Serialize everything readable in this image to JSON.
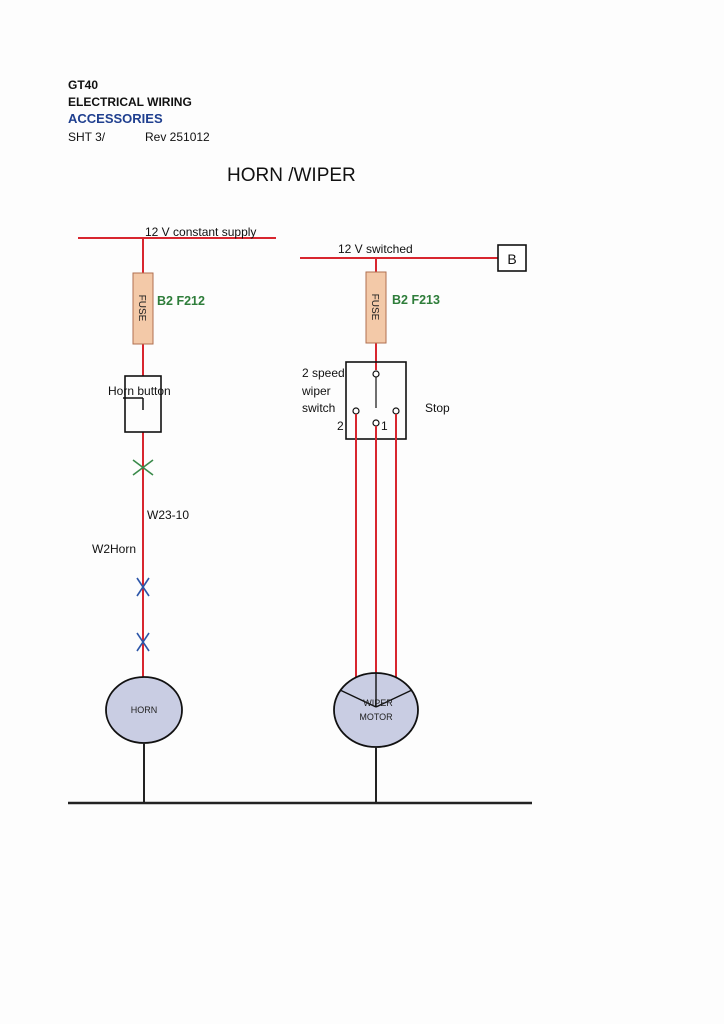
{
  "header": {
    "project": "GT40",
    "doc_type": "ELECTRICAL WIRING",
    "section": "ACCESSORIES",
    "sheet": "SHT 3/",
    "revision": "Rev 251012"
  },
  "title": "HORN /WIPER",
  "horn_circuit": {
    "supply_label": "12 V constant supply",
    "fuse_text": "FUSE",
    "fuse_id": "B2 F212",
    "button_label": "Horn button",
    "wire_label": "W23-10",
    "connector_label": "W2Horn",
    "load_label": "HORN"
  },
  "wiper_circuit": {
    "supply_label": "12 V switched",
    "terminal_label": "B",
    "fuse_text": "FUSE",
    "fuse_id": "B2 F213",
    "switch_label_line1": "2 speed",
    "switch_label_line2": "wiper",
    "switch_label_line3": "switch",
    "pos_2": "2",
    "pos_1": "1",
    "pos_stop": "Stop",
    "motor_line1": "WIPER",
    "motor_line2": "MOTOR"
  },
  "colors": {
    "wire_red": "#d8262f",
    "ground_black": "#222222",
    "fuse_fill": "#f3c9a8",
    "fuse_stroke": "#b07050",
    "load_fill": "#c9cde3",
    "id_green": "#2e7d3a",
    "header_blue": "#1f3f8f",
    "x_green": "#3a8a4a",
    "x_blue": "#2b55a8"
  }
}
